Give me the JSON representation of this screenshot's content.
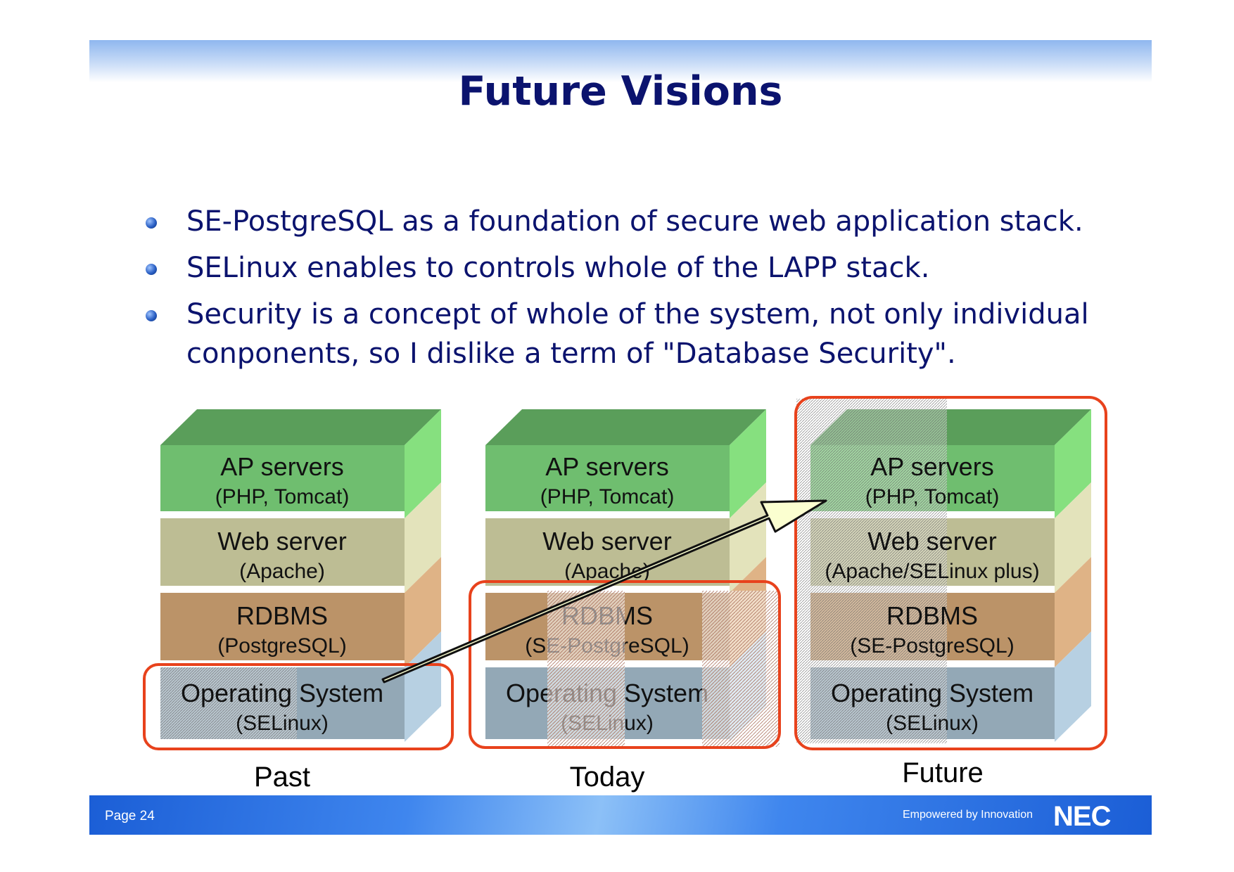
{
  "slide": {
    "title": "Future Visions",
    "bullets": [
      "SE-PostgreSQL as a foundation of secure web application stack.",
      "SELinux enables to controls whole of the LAPP stack.",
      "Security is a concept of whole of the system, not only individual conponents, so I dislike a term of \"Database Security\"."
    ],
    "footer": {
      "page": "Page 24",
      "tagline": "Empowered by Innovation",
      "logo": "NEC"
    }
  },
  "stacks": [
    {
      "label": "Past",
      "layers": [
        {
          "title": "AP servers",
          "sub": "(PHP, Tomcat)"
        },
        {
          "title": "Web server",
          "sub": "(Apache)"
        },
        {
          "title": "RDBMS",
          "sub": "(PostgreSQL)"
        },
        {
          "title": "Operating System",
          "sub": "(SELinux)"
        }
      ]
    },
    {
      "label": "Today",
      "layers": [
        {
          "title": "AP servers",
          "sub": "(PHP, Tomcat)"
        },
        {
          "title": "Web server",
          "sub": "(Apache)"
        },
        {
          "title": "RDBMS",
          "sub": "(SE-PostgreSQL)"
        },
        {
          "title": "Operating System",
          "sub": "(SELinux)"
        }
      ]
    },
    {
      "label": "Future",
      "layers": [
        {
          "title": "AP servers",
          "sub": "(PHP, Tomcat)"
        },
        {
          "title": "Web server",
          "sub": "(Apache/SELinux plus)"
        },
        {
          "title": "RDBMS",
          "sub": "(SE-PostgreSQL)"
        },
        {
          "title": "Operating System",
          "sub": "(SELinux)"
        }
      ]
    }
  ],
  "colors": {
    "title": "#0b136e",
    "ap_front": "#6fbe6f",
    "ap_side": "#86e07f",
    "ap_top": "#5a9e5a",
    "web_front": "#bdbd94",
    "web_side": "#e3e3bb",
    "rdbms_front": "#bb9368",
    "rdbms_side": "#dfb386",
    "os_front": "#93a8b6",
    "os_side": "#b7d0e2",
    "highlight": "#e8421c",
    "arrow_fill": "#fbffd0"
  }
}
